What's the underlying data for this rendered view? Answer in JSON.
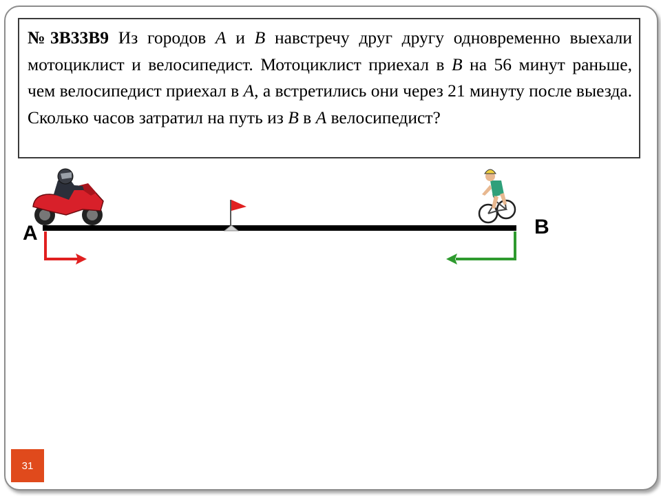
{
  "problem": {
    "number": "№3B33B9",
    "p1": "Из городов ",
    "city_a": "A",
    "p2": " и ",
    "city_b": "B",
    "p3": " навстречу друг другу одновременно выехали мотоциклист и велосипедист. Мотоциклист приехал в ",
    "city_b2": "B",
    "p4": " на 56 минут раньше, чем велосипедист приехал в ",
    "city_a2": "A",
    "p5": ", а встретились они через 21 минуту после выезда. Сколько часов затратил на путь из ",
    "city_b3": "B",
    "p6": " в ",
    "city_a3": "A",
    "p7": " велосипедист?"
  },
  "diagram": {
    "label_a": "A",
    "label_b": "B",
    "colors": {
      "road": "#000000",
      "arrow_a": "#e02020",
      "arrow_b": "#2e9a2e",
      "flag": "#e02020",
      "motorcycle": "#d8202a"
    },
    "icons": [
      "motorcyclist-icon",
      "meeting-flag-icon",
      "cyclist-icon"
    ]
  },
  "page_number": "31"
}
